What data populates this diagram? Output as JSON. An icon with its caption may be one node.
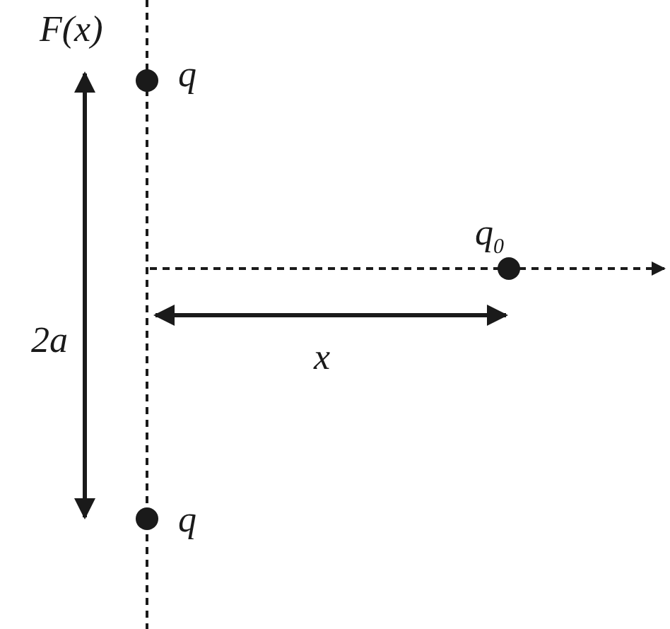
{
  "diagram": {
    "labels": [
      "F(x)",
      "q",
      "q$_{0}$",
      "2a",
      "x",
      "q"
    ]
  }
}
